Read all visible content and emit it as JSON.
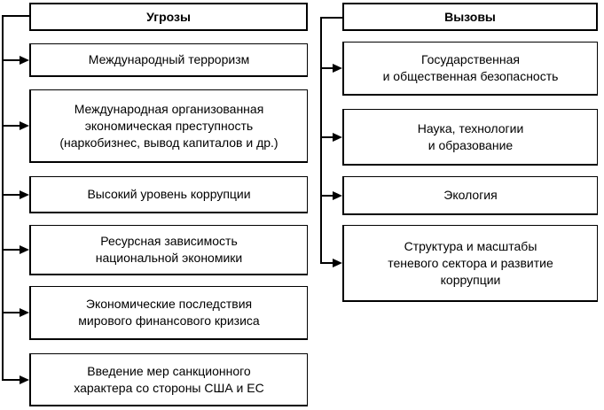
{
  "diagram": {
    "title_left": "Угрозы",
    "title_right": "Вызовы",
    "left_column": {
      "header": "Угрозы",
      "items": [
        "Международный терроризм",
        "Международная организованная\nэкономическая преступность\n(наркобизнес, вывод капиталов и др.)",
        "Высокий уровень коррупции",
        "Ресурсная зависимость\nнациональной экономики",
        "Экономические последствия\nмирового финансового кризиса",
        "Введение мер санкционного\nхарактера со стороны США и ЕС"
      ]
    },
    "right_column": {
      "header": "Вызовы",
      "items": [
        "Государственная\nи общественная безопасность",
        "Наука, технологии\nи образование",
        "Экология",
        "Структура и масштабы\nтеневого сектора и развитие\nкоррупции"
      ]
    },
    "colors": {
      "line": "#000000",
      "box_border": "#000000",
      "box_background": "#ffffff",
      "page_background": "#ffffff"
    }
  }
}
